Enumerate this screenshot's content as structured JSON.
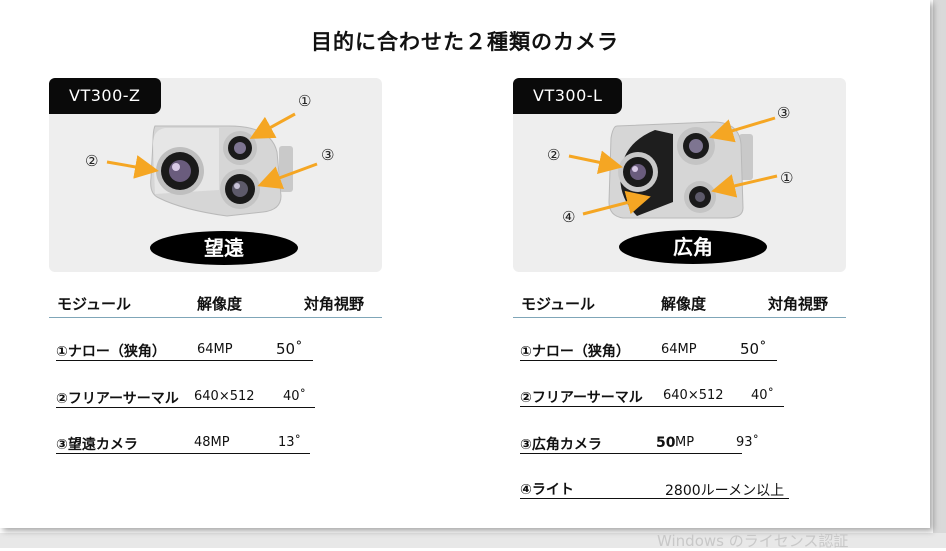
{
  "title": "目的に合わせた２種類のカメラ",
  "left": {
    "model": "VT300-Z",
    "badge": "望遠",
    "callouts": [
      "①",
      "②",
      "③"
    ],
    "headers": [
      "モジュール",
      "解像度",
      "対角視野"
    ],
    "rows": [
      {
        "name": "①ナロー（狭角）",
        "res": "64MP",
        "fov": "50˚"
      },
      {
        "name": "②フリアーサーマル",
        "res": "640×512",
        "fov": "40˚"
      },
      {
        "name": "③望遠カメラ",
        "res": "48MP",
        "fov": "13˚"
      }
    ]
  },
  "right": {
    "model": "VT300-L",
    "badge": "広角",
    "callouts": [
      "③",
      "②",
      "①",
      "④"
    ],
    "headers": [
      "モジュール",
      "解像度",
      "対角視野"
    ],
    "rows": [
      {
        "name": "①ナロー（狭角）",
        "res": "64MP",
        "fov": "50˚"
      },
      {
        "name": "②フリアーサーマル",
        "res": "640×512",
        "fov": "40˚"
      },
      {
        "name": "③広角カメラ",
        "res_bold": "50",
        "res": "MP",
        "fov": "93˚"
      },
      {
        "name": "④ライト",
        "res": "2800ルーメン以上",
        "fov": ""
      }
    ]
  },
  "watermark": "Windows のライセンス認証",
  "colors": {
    "arrow": "#f5a623",
    "divider": "#7fa6b8",
    "card": "#eeeeee"
  }
}
